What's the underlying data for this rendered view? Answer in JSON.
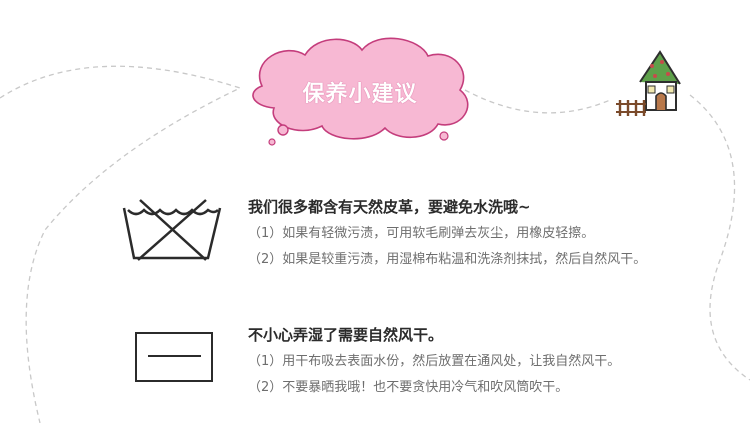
{
  "banner": {
    "title": "保养小建议",
    "accent_color": "#f4a6c9",
    "outline_color": "#c43d7c",
    "decoration_icon": "house-icon"
  },
  "sections": [
    {
      "icon": "wash-hand-icon",
      "heading": "我们很多都含有天然皮革，要避免水洗哦~",
      "items": [
        "（1）如果有轻微污渍，可用软毛刷弹去灰尘，用橡皮轻擦。",
        "（2）如果是较重污渍，用湿棉布粘温和洗涤剂抹拭，然后自然风干。"
      ]
    },
    {
      "icon": "dry-flat-icon",
      "heading": "不小心弄湿了需要自然风干。",
      "items": [
        "（1）用干布吸去表面水份，然后放置在通风处，让我自然风干。",
        "（2）不要暴晒我哦！也不要贪快用冷气和吹风筒吹干。"
      ]
    }
  ]
}
